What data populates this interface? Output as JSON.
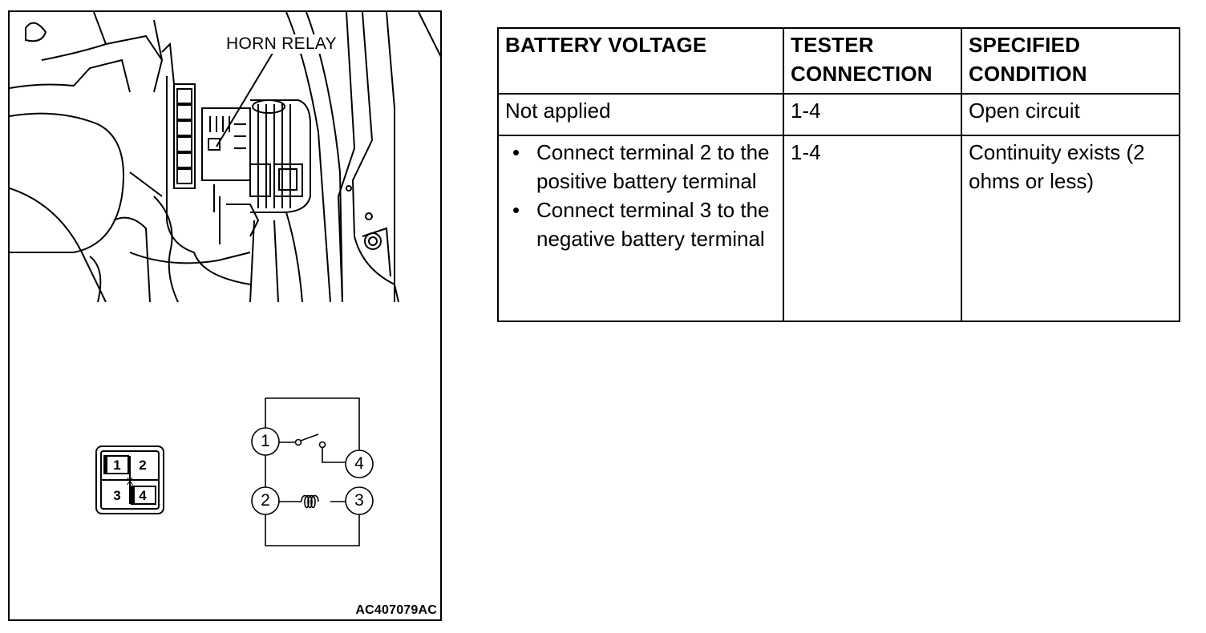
{
  "figure": {
    "callout_label": "HORN RELAY",
    "figure_code": "AC407079AC",
    "connector_pins": [
      "1",
      "2",
      "3",
      "4"
    ],
    "connector_center_mark": "X",
    "schematic_terminals": [
      "1",
      "2",
      "3",
      "4"
    ],
    "illustration": "engine-compartment-relay-box"
  },
  "table": {
    "headers": {
      "battery_voltage": "BATTERY VOLTAGE",
      "tester_connection": "TESTER CONNECTION",
      "specified_condition": "SPECIFIED CONDITION"
    },
    "rows": [
      {
        "battery_voltage": "Not applied",
        "tester_connection": "1-4",
        "specified_condition": "Open circuit"
      },
      {
        "battery_voltage_items": [
          "Connect terminal 2 to the positive battery terminal",
          "Connect terminal 3 to the negative battery terminal"
        ],
        "tester_connection": "1-4",
        "specified_condition": "Continuity exists (2 ohms or less)"
      }
    ]
  }
}
